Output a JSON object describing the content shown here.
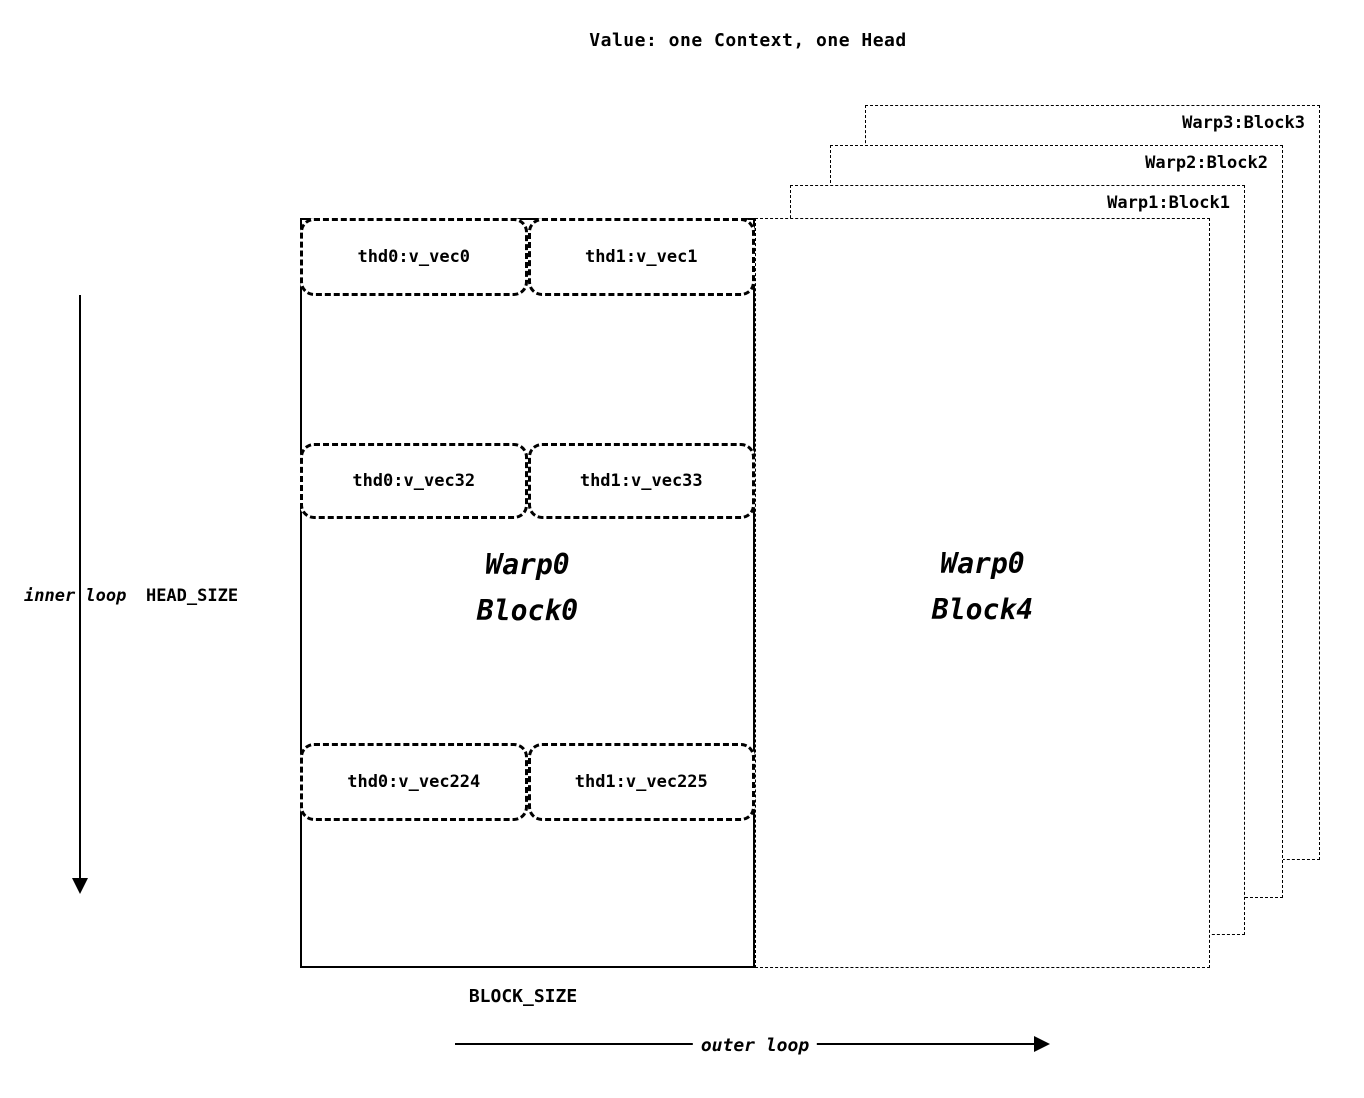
{
  "title": "Value: one Context, one Head",
  "colors": {
    "ink": "#000000",
    "background": "#ffffff"
  },
  "inner_axis": {
    "loop_label": "inner loop",
    "size_label": "HEAD_SIZE"
  },
  "outer_axis": {
    "loop_label": "outer loop",
    "size_label": "BLOCK_SIZE"
  },
  "block0": {
    "label_line1": "Warp0",
    "label_line2": "Block0",
    "rows": [
      {
        "cells": [
          "thd0:v_vec0",
          "thd1:v_vec1"
        ]
      },
      {
        "cells": [
          "thd0:v_vec32",
          "thd1:v_vec33"
        ]
      },
      {
        "cells": [
          "thd0:v_vec224",
          "thd1:v_vec225"
        ]
      }
    ]
  },
  "block4": {
    "label_line1": "Warp0",
    "label_line2": "Block4"
  },
  "stacked_blocks": [
    {
      "label": "Warp1:Block1"
    },
    {
      "label": "Warp2:Block2"
    },
    {
      "label": "Warp3:Block3"
    }
  ]
}
